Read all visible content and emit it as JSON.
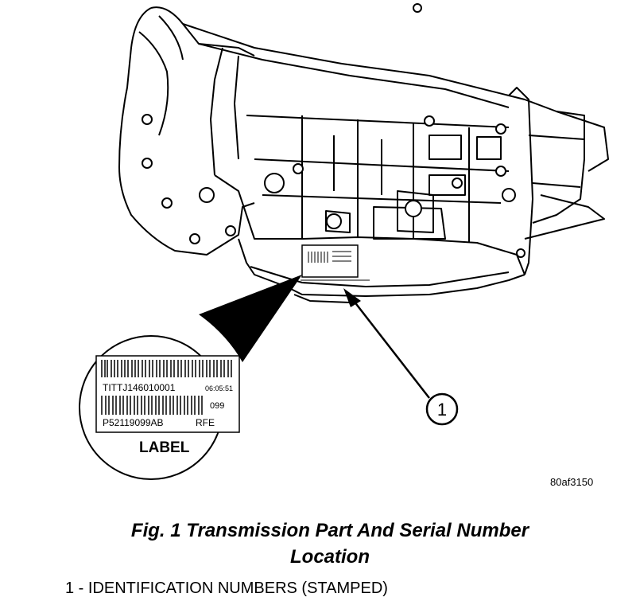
{
  "label_inset": {
    "line1_code": "TITTJ146010001",
    "line1_time": "06:05:51",
    "line2_code": "099",
    "line3_part": "P52119099AB",
    "line3_model": "RFE",
    "caption": "LABEL"
  },
  "callout": {
    "number": "1"
  },
  "figure_id": "80af3150",
  "caption": {
    "line1": "Fig. 1 Transmission Part And Serial Number",
    "line2": "Location"
  },
  "legend": {
    "item1": "1 - IDENTIFICATION NUMBERS (STAMPED)"
  }
}
